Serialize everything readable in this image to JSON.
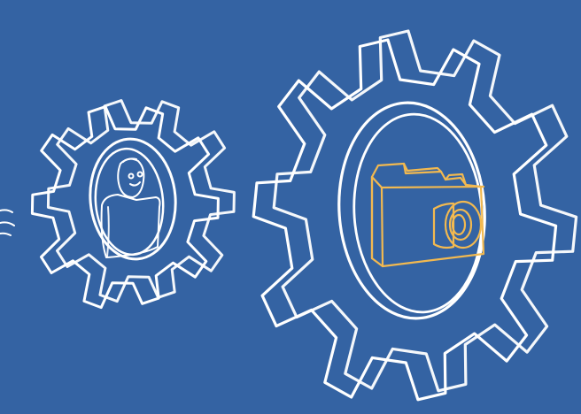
{
  "scene": {
    "background_color": "#3463a3",
    "line_color": "#ffffff",
    "accent_color": "#f2b950",
    "gears": [
      {
        "name": "small-gear",
        "teeth": 10,
        "emblem": "person-icon"
      },
      {
        "name": "large-gear",
        "teeth": 10,
        "emblem": "camera-icon"
      }
    ],
    "decoration": "motion-lines"
  }
}
